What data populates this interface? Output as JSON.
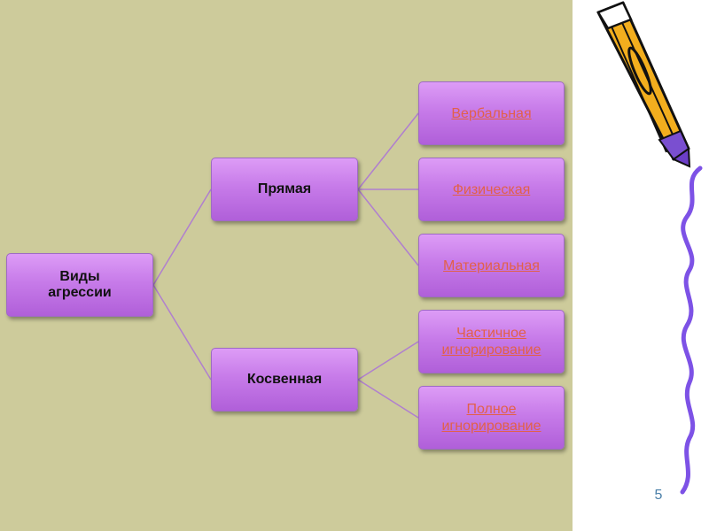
{
  "diagram": {
    "root": {
      "label": "Виды агрессии"
    },
    "branches": [
      {
        "label": "Прямая",
        "children": [
          {
            "label": "Вербальная"
          },
          {
            "label": "Физическая"
          },
          {
            "label": "Материальная"
          }
        ]
      },
      {
        "label": "Косвенная",
        "children": [
          {
            "label": "Частичное игнорирование"
          },
          {
            "label": "Полное игнорирование"
          }
        ]
      }
    ]
  },
  "slide": {
    "page_number": "5"
  },
  "colors": {
    "background": "#cdcb9b",
    "node_fill": "#c77be9",
    "leaf_text": "#e2604a",
    "connector": "#b07fcf"
  },
  "decoration": {
    "icon": "pencil-icon"
  }
}
